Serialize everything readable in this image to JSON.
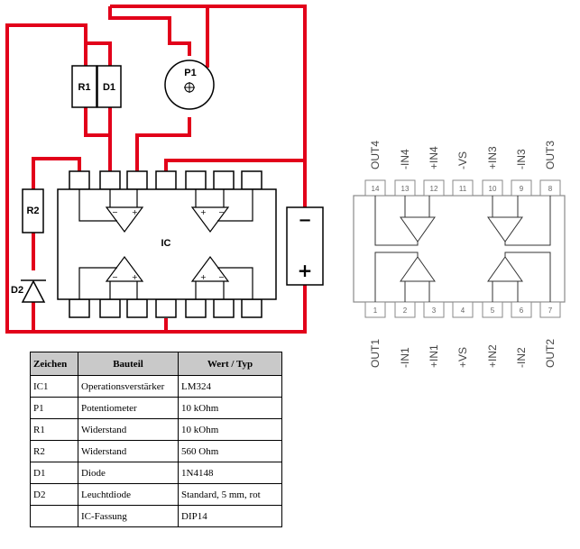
{
  "circuit": {
    "labels": {
      "r1": "R1",
      "d1": "D1",
      "p1": "P1",
      "r2": "R2",
      "d2": "D2",
      "ic": "IC"
    },
    "battery": {
      "minus": "−",
      "plus": "+"
    },
    "opamp_signs": {
      "minus": "−",
      "plus": "+"
    }
  },
  "pinout": {
    "top": [
      {
        "name": "OUT4",
        "num": "14"
      },
      {
        "name": "-IN4",
        "num": "13"
      },
      {
        "name": "+IN4",
        "num": "12"
      },
      {
        "name": "-VS",
        "num": "11"
      },
      {
        "name": "+IN3",
        "num": "10"
      },
      {
        "name": "-IN3",
        "num": "9"
      },
      {
        "name": "OUT3",
        "num": "8"
      }
    ],
    "bottom": [
      {
        "name": "OUT1",
        "num": "1"
      },
      {
        "name": "-IN1",
        "num": "2"
      },
      {
        "name": "+IN1",
        "num": "3"
      },
      {
        "name": "+VS",
        "num": "4"
      },
      {
        "name": "+IN2",
        "num": "5"
      },
      {
        "name": "-IN2",
        "num": "6"
      },
      {
        "name": "OUT2",
        "num": "7"
      }
    ]
  },
  "parts_table": {
    "headers": [
      "Zeichen",
      "Bauteil",
      "Wert / Typ"
    ],
    "rows": [
      [
        "IC1",
        "Operationsverstärker",
        "LM324"
      ],
      [
        "P1",
        "Potentiometer",
        "10 kOhm"
      ],
      [
        "R1",
        "Widerstand",
        "10 kOhm"
      ],
      [
        "R2",
        "Widerstand",
        "560 Ohm"
      ],
      [
        "D1",
        "Diode",
        "1N4148"
      ],
      [
        "D2",
        "Leuchtdiode",
        "Standard, 5 mm, rot"
      ],
      [
        "",
        "IC-Fassung",
        "DIP14"
      ]
    ]
  }
}
